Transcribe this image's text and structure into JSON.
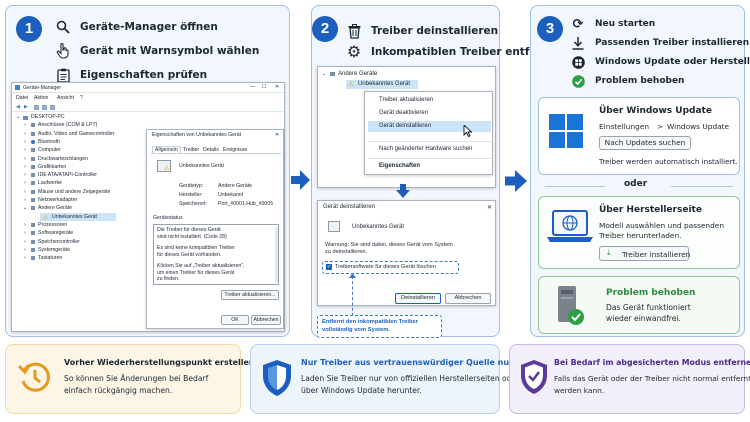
{
  "panel1": {
    "badge": "1",
    "steps": [
      "Geräte-Manager öffnen",
      "Gerät mit Warnsymbol wählen",
      "Eigenschaften prüfen"
    ]
  },
  "devmgr": {
    "title": "Geräte-Manager",
    "menu": [
      "Datei",
      "Aktion",
      "Ansicht",
      "?"
    ],
    "tree": [
      "DESKTOP-PC",
      "Anschlüsse (COM & LPT)",
      "Audio, Video und Gamecontroller",
      "Bluetooth",
      "Computer",
      "Druckwarteschlangen",
      "Grafikkarten",
      "IDE ATA/ATAPI-Controller",
      "Laufwerke",
      "Mäuse und andere Zeigegeräte",
      "Netzwerkadapter",
      "Andere Geräte",
      "Unbekanntes Gerät",
      "Prozessoren",
      "Softwaregeräte",
      "Speichercontroller",
      "Systemgeräte",
      "Tastaturen"
    ]
  },
  "props": {
    "title": "Eigenschaften von Unbekanntes Gerät",
    "tabs": [
      "Allgemein",
      "Treiber",
      "Details",
      "Ereignisse"
    ],
    "device": "Unbekanntes Gerät",
    "rows": [
      [
        "Gerätetyp:",
        "Andere Geräte"
      ],
      [
        "Hersteller:",
        "Unbekannt"
      ],
      [
        "Speicherort:",
        "Port_#0001.Hub_#0005"
      ]
    ],
    "status_label": "Gerätestatus",
    "status_lines": [
      "Die Treiber für dieses Gerät",
      "sind nicht installiert. (Code 28)",
      "",
      "Es sind keine kompatiblen Treiber",
      "für dieses Gerät vorhanden.",
      "",
      "Klicken Sie auf „Treiber aktualisieren\",",
      "um einen Treiber für dieses Gerät",
      "zu finden."
    ],
    "update_btn": "Treiber aktualisieren...",
    "ok": "OK",
    "cancel": "Abbrechen"
  },
  "panel2": {
    "badge": "2",
    "steps": [
      "Treiber deinstallieren",
      "Inkompatiblen Treiber entfernen"
    ],
    "tree_parent": "Andere Geräte",
    "tree_child": "Unbekanntes Gerät",
    "menu": [
      "Treiber aktualisieren",
      "Gerät deaktivieren",
      "Gerät deinstallieren",
      "Nach geänderter Hardware suchen",
      "Eigenschaften"
    ],
    "dialog_title": "Gerät deinstallieren",
    "dialog_device": "Unbekanntes Gerät",
    "warning_lines": [
      "Warnung: Sie sind dabei, dieses Gerät vom System",
      "zu deinstallieren."
    ],
    "checkbox": "Treibersoftware für dieses Gerät löschen",
    "uninstall_btn": "Deinstallieren",
    "cancel_btn": "Abbrechen",
    "note_lines": [
      "Entfernt den inkompatiblen Treiber",
      "vollständig vom System."
    ]
  },
  "panel3": {
    "badge": "3",
    "steps": [
      "Neu starten",
      "Passenden Treiber installieren",
      "Windows Update oder Herstellerseite",
      "Problem behoben"
    ],
    "wu_title": "Über Windows Update",
    "wu_breadcrumb_a": "Einstellungen",
    "wu_breadcrumb_sep": ">",
    "wu_breadcrumb_b": "Windows Update",
    "wu_btn": "Nach Updates suchen",
    "wu_note": "Treiber werden automatisch installiert.",
    "or": "oder",
    "hs_title": "Über Herstellerseite",
    "hs_lines": [
      "Modell auswählen und passenden",
      "Treiber herunterladen."
    ],
    "hs_btn": "Treiber installieren",
    "ok_title": "Problem behoben",
    "ok_lines": [
      "Das Gerät funktioniert",
      "wieder einwandfrei."
    ]
  },
  "tips": [
    {
      "title": "Vorher Wiederherstellungspunkt erstellen",
      "lines": [
        "So können Sie Änderungen bei Bedarf",
        "einfach rückgängig machen."
      ]
    },
    {
      "title": "Nur Treiber aus vertrauenswürdiger Quelle nutzen",
      "lines": [
        "Laden Sie Treiber nur von offiziellen Herstellerseiten oder",
        "über Windows Update herunter."
      ]
    },
    {
      "title": "Bei Bedarf im abgesicherten Modus entfernen",
      "lines": [
        "Falls das Gerät oder der Treiber nicht normal entfernt",
        "werden kann."
      ]
    }
  ],
  "colors": {
    "accent": "#1c5fbf",
    "green": "#2e9e47",
    "tip1": "#fdf6e6",
    "tip2": "#eef4fc",
    "tip3": "#f3effa"
  }
}
